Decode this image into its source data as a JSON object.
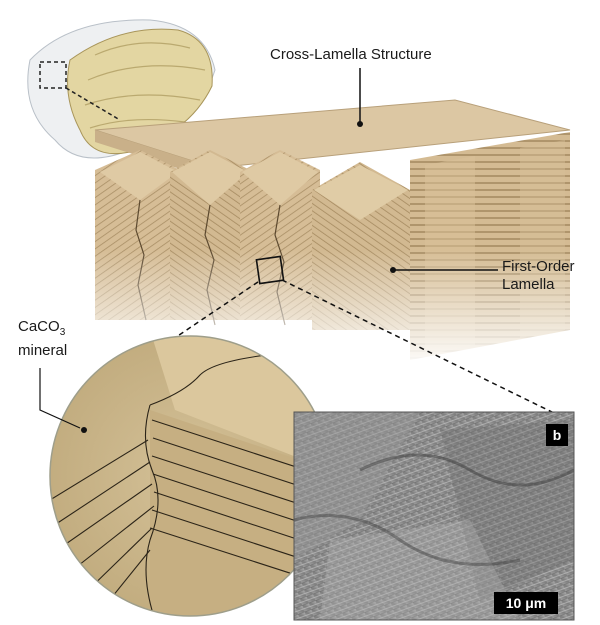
{
  "labels": {
    "cross_lamella": "Cross-Lamella Structure",
    "first_order_line1": "First-Order",
    "first_order_line2": "Lamella",
    "caco3_main": "CaCO",
    "caco3_sub": "3",
    "caco3_line2": "mineral"
  },
  "sem": {
    "panel_letter": "b",
    "scale_bar": "10 μm"
  },
  "colors": {
    "lamella_tan": "#d9c19c",
    "lamella_top": "#dcc7a3",
    "lamella_shadow": "#b39a72",
    "zoom_mineral": "#cdb88c",
    "sem_gray": "#8f8f8f",
    "shell_cream": "#e7dcae"
  }
}
